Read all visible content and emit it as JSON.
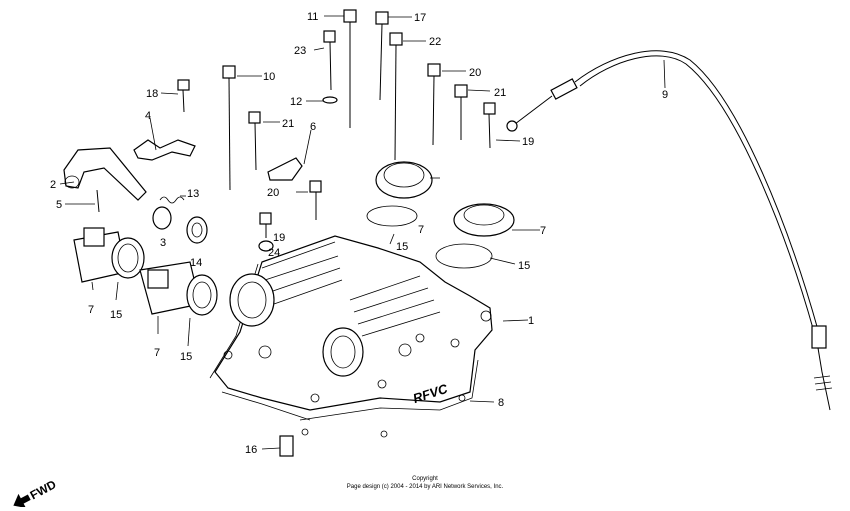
{
  "labels": {
    "l1": "1",
    "l2": "2",
    "l3": "3",
    "l4": "4",
    "l5": "5",
    "l6": "6",
    "l7a": "7",
    "l7b": "7",
    "l7c": "7",
    "l7d": "7",
    "l8": "8",
    "l9": "9",
    "l10": "10",
    "l11": "11",
    "l12": "12",
    "l13": "13",
    "l14": "14",
    "l15a": "15",
    "l15b": "15",
    "l15c": "15",
    "l15d": "15",
    "l16": "16",
    "l17": "17",
    "l18": "18",
    "l19a": "19",
    "l19b": "19",
    "l20a": "20",
    "l20b": "20",
    "l21a": "21",
    "l21b": "21",
    "l22": "22",
    "l23": "23",
    "l24": "24"
  },
  "casting_text": "RFVC",
  "fwd_text": "FWD",
  "footer": {
    "line1": "Copyright",
    "line2": "Page design (c) 2004 - 2014 by ARI Network Services, Inc."
  }
}
